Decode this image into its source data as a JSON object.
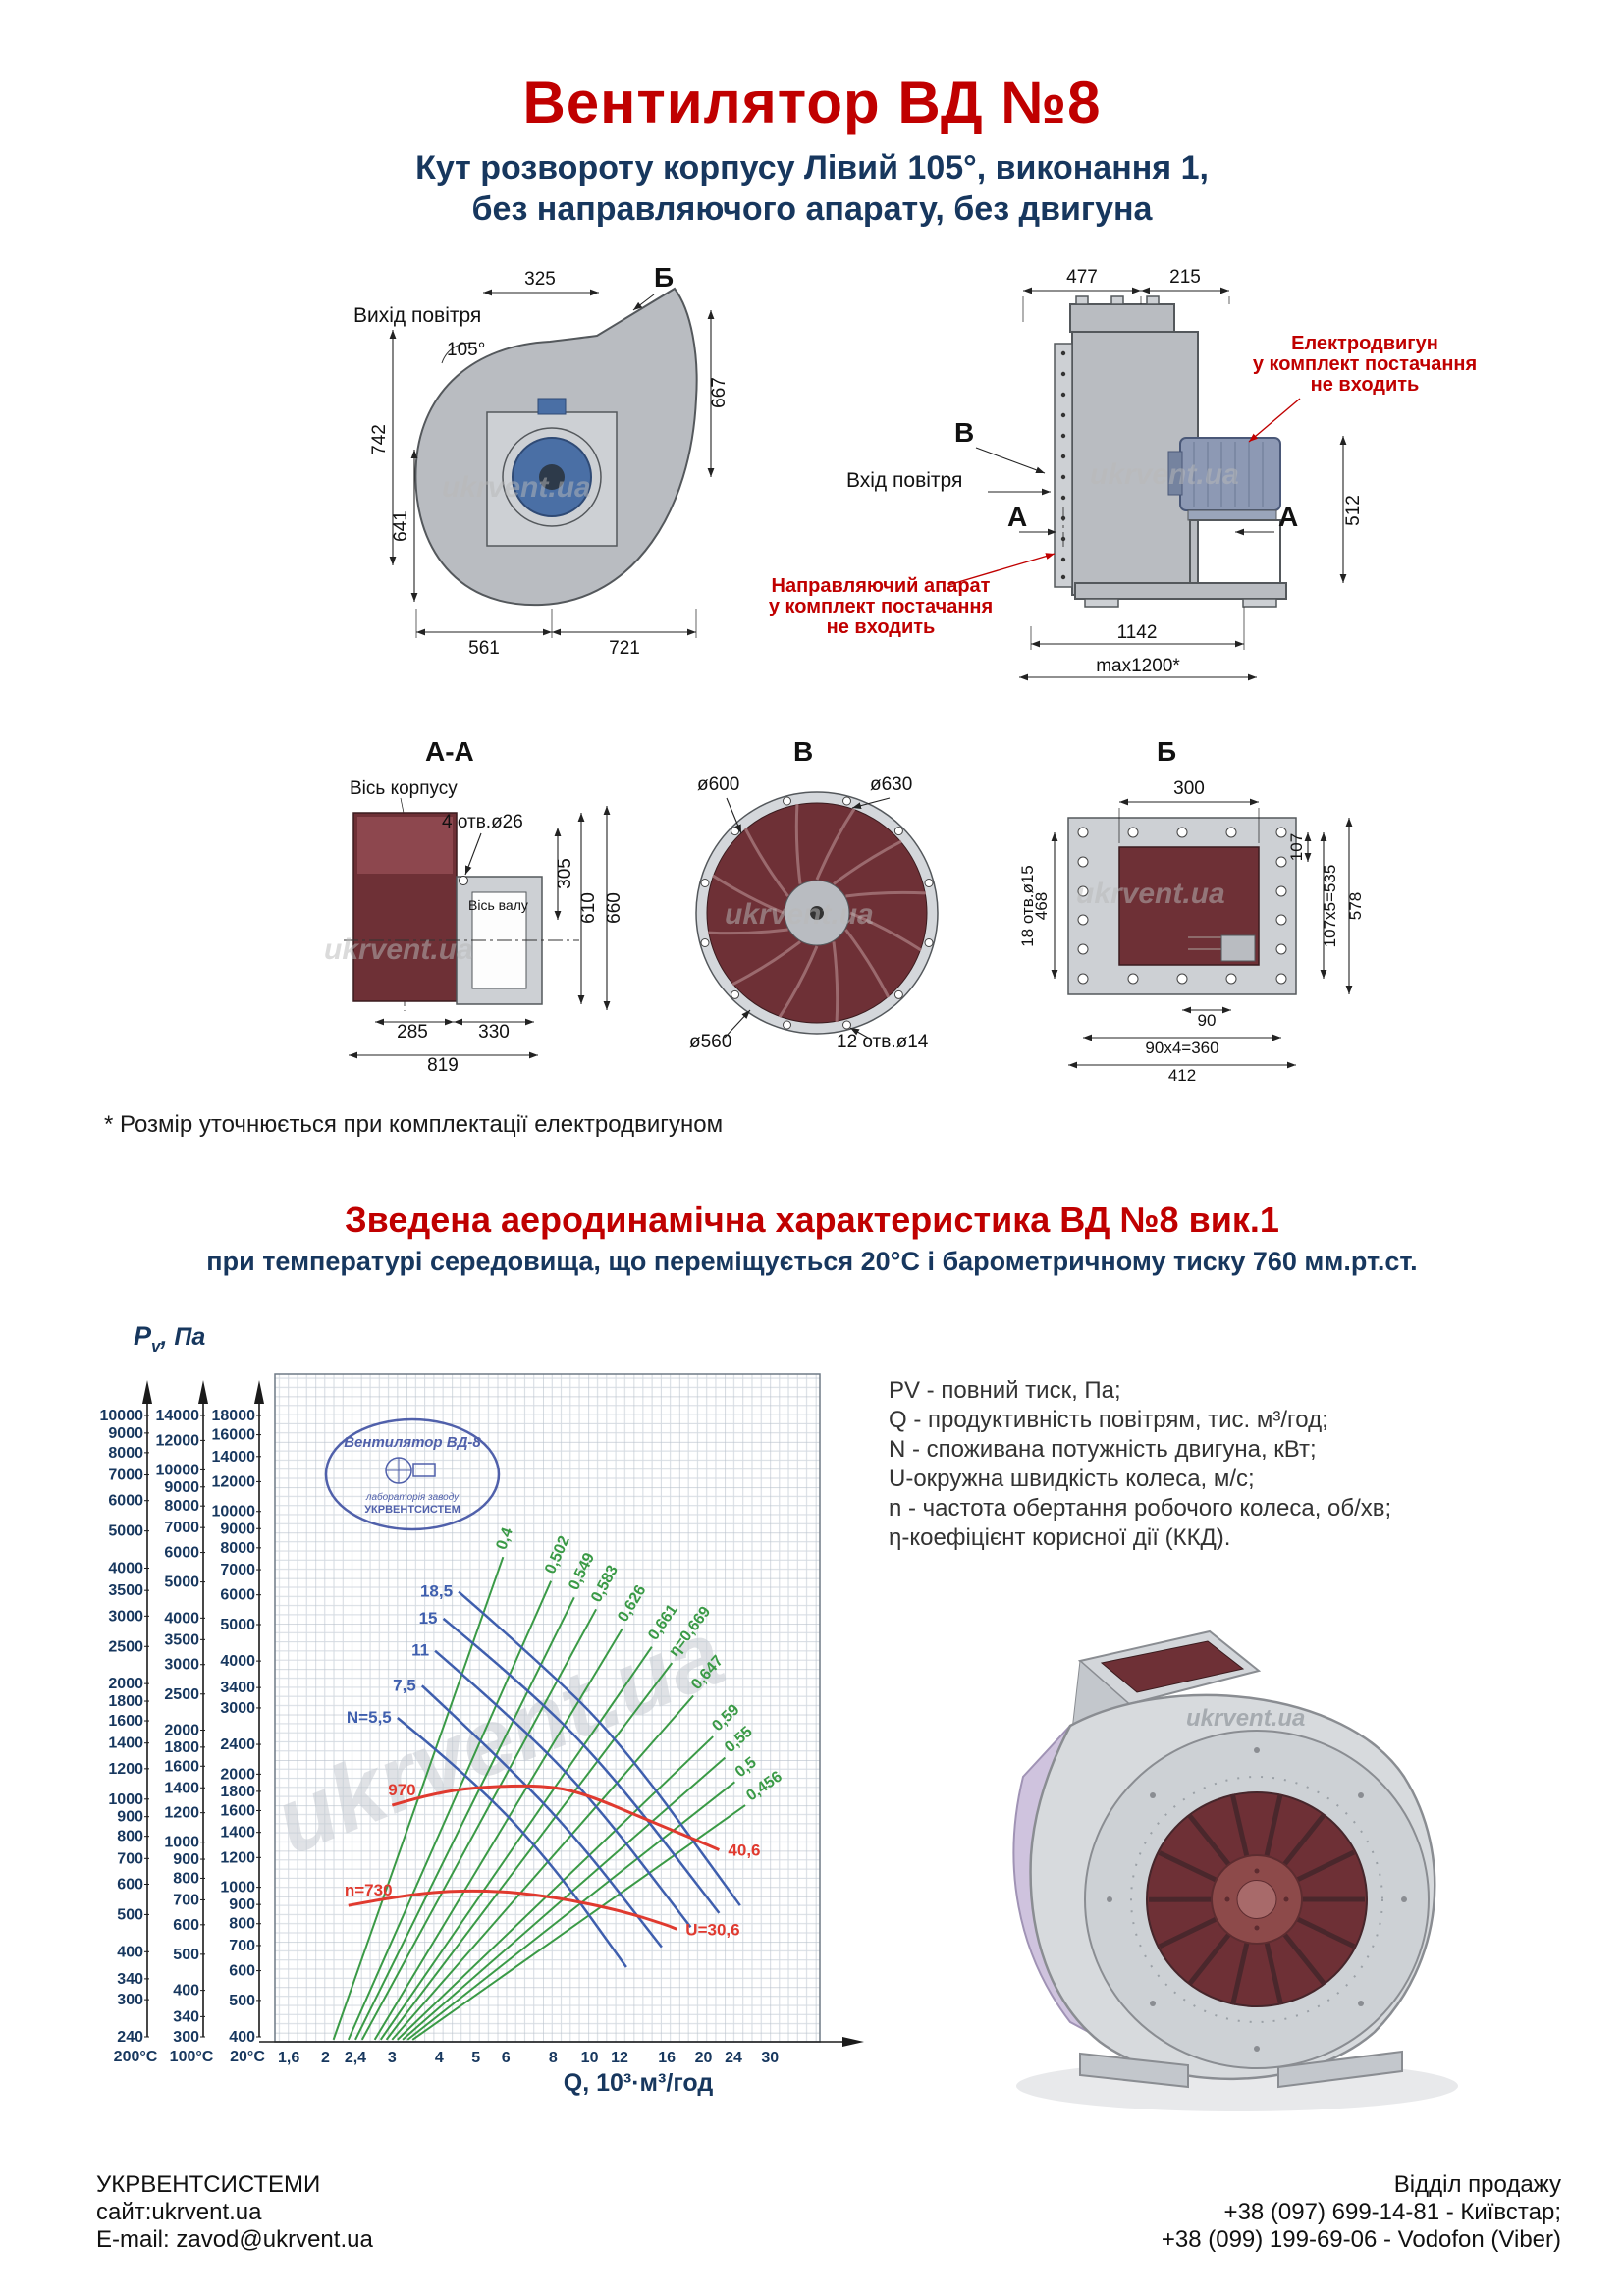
{
  "watermark": "ukrvent.ua",
  "colors": {
    "title_red": "#c00000",
    "navy": "#17375e",
    "curve_blue": "#3f5fae",
    "curve_red": "#e03a2f",
    "curve_green": "#3a9a46"
  },
  "header": {
    "title": "Вентилятор ВД №8",
    "subtitle_line1": "Кут розвороту корпусу Лівий 105°, виконання 1,",
    "subtitle_line2": "без направляючого апарату, без двигуна"
  },
  "drawings": {
    "footnote": "* Розмір уточнюється при комплектації електродвигуном",
    "scroll_view": {
      "air_out": "Вихід повітря",
      "angle": "105°",
      "view_b": "Б",
      "dim_top": "325",
      "dim_left_upper": "742",
      "dim_left_lower": "641",
      "dim_right": "667",
      "dim_bottom_left": "561",
      "dim_bottom_right": "721"
    },
    "side_view": {
      "dim_top_left": "477",
      "dim_top_right": "215",
      "motor_note_1": "Електродвигун",
      "motor_note_2": "у комплект постачання",
      "motor_note_3": "не входить",
      "view_v": "В",
      "air_in": "Вхід повітря",
      "view_a_left": "А",
      "view_a_right": "А",
      "dim_right": "512",
      "guide_note_1": "Направляючий апарат",
      "guide_note_2": "у комплект постачання",
      "guide_note_3": "не входить",
      "dim_bottom": "1142",
      "dim_bottom_max": "max1200*"
    },
    "section_aa": {
      "title": "А-А",
      "axis_body": "Вісь корпусу",
      "holes": "4 отв.ø26",
      "axis_shaft": "Вісь валу",
      "dim_305": "305",
      "dim_610": "610",
      "dim_660": "660",
      "dim_285": "285",
      "dim_330": "330",
      "dim_819": "819"
    },
    "view_v": {
      "title": "В",
      "dia_600": "ø600",
      "dia_630": "ø630",
      "dia_560": "ø560",
      "holes": "12 отв.ø14"
    },
    "view_b": {
      "title": "Б",
      "dim_300": "300",
      "holes": "18 отв.ø15",
      "dim_468": "468",
      "dim_107": "107",
      "dim_107x5": "107х5=535",
      "dim_578": "578",
      "dim_90": "90",
      "dim_90x4": "90х4=360",
      "dim_412": "412"
    }
  },
  "chart_data": {
    "type": "line",
    "title": "Зведена аеродинамічна характеристика ВД №8 вик.1",
    "subtitle": "при температурі середовища, що переміщується 20°С і барометричному тиску 760 мм.рт.ст.",
    "xlabel": "Q, 10³·м³/год",
    "ylabel": "Pv, Па",
    "ylabel_parts": [
      "P",
      "v",
      ", Па"
    ],
    "x_scale": "log",
    "y_scale": "log",
    "grid": true,
    "legend_position": "none",
    "x_range": [
      1.47,
      40.6
    ],
    "x_ticks": [
      "1,6",
      "2",
      "2,4",
      "3",
      "4",
      "5",
      "6",
      "8",
      "10",
      "12",
      "16",
      "20",
      "24",
      "30"
    ],
    "x_tick_values": [
      1.6,
      2,
      2.4,
      3,
      4,
      5,
      6,
      8,
      10,
      12,
      16,
      20,
      24,
      30
    ],
    "y_axes": [
      {
        "label": "200°C",
        "min": 240,
        "max": 10000,
        "ticks": [
          10000,
          9000,
          8000,
          7000,
          6000,
          5000,
          4000,
          3500,
          3000,
          2500,
          2000,
          1800,
          1600,
          1400,
          1200,
          1000,
          900,
          800,
          700,
          600,
          500,
          400,
          340,
          300,
          240
        ]
      },
      {
        "label": "100°C",
        "min": 300,
        "max": 14000,
        "ticks": [
          14000,
          12000,
          10000,
          9000,
          8000,
          7000,
          6000,
          5000,
          4000,
          3500,
          3000,
          2500,
          2000,
          1800,
          1600,
          1400,
          1200,
          1000,
          900,
          800,
          700,
          600,
          500,
          400,
          340,
          300
        ]
      },
      {
        "label": "20°C",
        "min": 400,
        "max": 18000,
        "ticks": [
          18000,
          16000,
          14000,
          12000,
          10000,
          9000,
          8000,
          7000,
          6000,
          5000,
          4000,
          3400,
          3000,
          2400,
          2000,
          1800,
          1600,
          1400,
          1200,
          1000,
          900,
          800,
          700,
          600,
          500,
          400
        ]
      }
    ],
    "power_curves": [
      {
        "label": "18,5",
        "points": [
          [
            4.5,
            6000
          ],
          [
            7,
            4100
          ],
          [
            12,
            2450
          ],
          [
            25,
            900
          ]
        ]
      },
      {
        "label": "15",
        "points": [
          [
            4.1,
            5100
          ],
          [
            6.5,
            3500
          ],
          [
            11,
            2100
          ],
          [
            22,
            860
          ]
        ]
      },
      {
        "label": "11",
        "points": [
          [
            3.9,
            4200
          ],
          [
            6,
            2900
          ],
          [
            10,
            1750
          ],
          [
            18.5,
            790
          ]
        ]
      },
      {
        "label": "7,5",
        "points": [
          [
            3.6,
            3400
          ],
          [
            5.5,
            2300
          ],
          [
            9,
            1400
          ],
          [
            15.5,
            700
          ]
        ]
      },
      {
        "label": "N=5,5",
        "points": [
          [
            3.1,
            2800
          ],
          [
            5,
            1900
          ],
          [
            8,
            1150
          ],
          [
            12.5,
            620
          ]
        ]
      }
    ],
    "speed_curves": [
      {
        "label": "970",
        "end_label": "40,6",
        "points": [
          [
            3.0,
            1650
          ],
          [
            4,
            1800
          ],
          [
            6,
            1860
          ],
          [
            8,
            1850
          ],
          [
            10,
            1750
          ],
          [
            14,
            1520
          ],
          [
            19,
            1340
          ],
          [
            22,
            1260
          ]
        ]
      },
      {
        "label": "n=730",
        "end_label": "U=30,6",
        "points": [
          [
            2.3,
            900
          ],
          [
            3.4,
            970
          ],
          [
            5.3,
            990
          ],
          [
            8,
            950
          ],
          [
            12,
            875
          ],
          [
            16,
            800
          ],
          [
            17,
            780
          ]
        ]
      }
    ],
    "efficiency_lines": [
      {
        "label": "0,4",
        "from": [
          2.1,
          400
        ],
        "to": [
          5.9,
          7400
        ]
      },
      {
        "label": "0,502",
        "from": [
          2.3,
          400
        ],
        "to": [
          7.9,
          6400
        ]
      },
      {
        "label": "0,549",
        "from": [
          2.4,
          400
        ],
        "to": [
          9.1,
          5800
        ]
      },
      {
        "label": "0,583",
        "from": [
          2.5,
          400
        ],
        "to": [
          10.4,
          5400
        ]
      },
      {
        "label": "0,626",
        "from": [
          2.7,
          400
        ],
        "to": [
          12.2,
          4800
        ]
      },
      {
        "label": "0,661",
        "from": [
          2.8,
          400
        ],
        "to": [
          14.6,
          4300
        ]
      },
      {
        "label": "η=0,669",
        "from": [
          2.9,
          400
        ],
        "to": [
          16.5,
          3900
        ]
      },
      {
        "label": "0,647",
        "from": [
          3.0,
          400
        ],
        "to": [
          18.8,
          3200
        ]
      },
      {
        "label": "0,59",
        "from": [
          3.1,
          400
        ],
        "to": [
          21.2,
          2500
        ]
      },
      {
        "label": "0,55",
        "from": [
          3.2,
          400
        ],
        "to": [
          22.8,
          2200
        ]
      },
      {
        "label": "0,5",
        "from": [
          3.3,
          400
        ],
        "to": [
          24.2,
          1900
        ]
      },
      {
        "label": "0,456",
        "from": [
          3.4,
          400
        ],
        "to": [
          25.8,
          1650
        ]
      }
    ],
    "stamp": {
      "line1": "Вентилятор ВД-8",
      "line2": "лабораторія заводу",
      "line3": "УКРВЕНТСИСТЕМ"
    }
  },
  "legend": {
    "lines": [
      "PV - повний тиск, Па;",
      "Q - продуктивність повітрям, тис. м³/год;",
      "N - споживана потужність двигуна, кВт;",
      "U-окружна швидкість колеса, м/с;",
      "n - частота обертання робочого колеса, об/хв;",
      "η-коефіцієнт корисної дії (ККД)."
    ]
  },
  "footer": {
    "company": "УКРВЕНТСИСТЕМИ",
    "site": "сайт:ukrvent.ua",
    "email": "E-mail: zavod@ukrvent.ua",
    "sales": "Відділ продажу",
    "phone1": "+38 (097) 699-14-81 - Київстар;",
    "phone2": "+38 (099) 199-69-06 - Vodofon (Viber)"
  }
}
